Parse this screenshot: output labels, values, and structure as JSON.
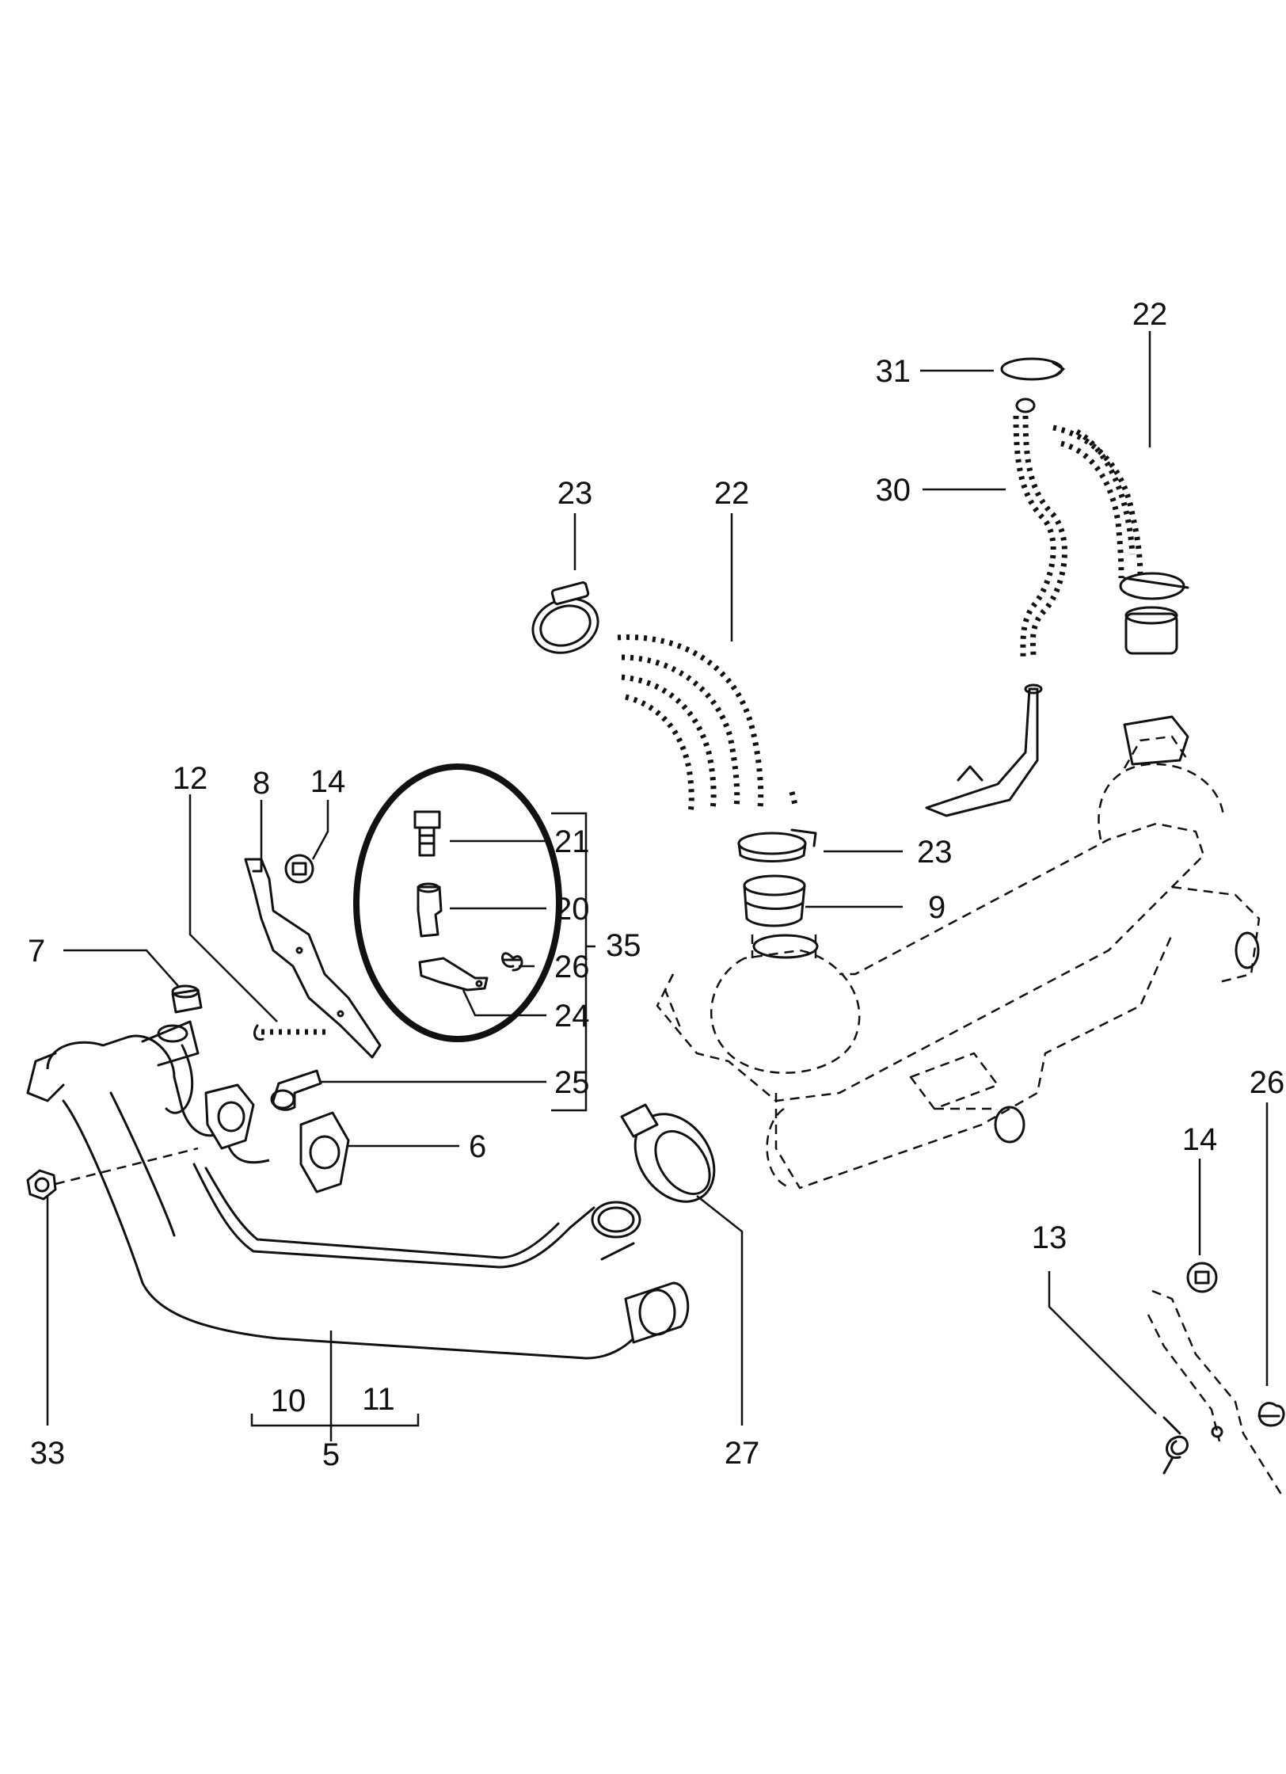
{
  "diagram": {
    "callouts": [
      {
        "id": "c22a",
        "label": "22"
      },
      {
        "id": "c31",
        "label": "31"
      },
      {
        "id": "c30",
        "label": "30"
      },
      {
        "id": "c23a",
        "label": "23"
      },
      {
        "id": "c22b",
        "label": "22"
      },
      {
        "id": "c12",
        "label": "12"
      },
      {
        "id": "c8",
        "label": "8"
      },
      {
        "id": "c14a",
        "label": "14"
      },
      {
        "id": "c21",
        "label": "21"
      },
      {
        "id": "c20",
        "label": "20"
      },
      {
        "id": "c35",
        "label": "35"
      },
      {
        "id": "c26a",
        "label": "26"
      },
      {
        "id": "c24",
        "label": "24"
      },
      {
        "id": "c25",
        "label": "25"
      },
      {
        "id": "c23b",
        "label": "23"
      },
      {
        "id": "c9",
        "label": "9"
      },
      {
        "id": "c7",
        "label": "7"
      },
      {
        "id": "c6",
        "label": "6"
      },
      {
        "id": "c26b",
        "label": "26"
      },
      {
        "id": "c14b",
        "label": "14"
      },
      {
        "id": "c13",
        "label": "13"
      },
      {
        "id": "c10",
        "label": "10"
      },
      {
        "id": "c11",
        "label": "11"
      },
      {
        "id": "c5",
        "label": "5"
      },
      {
        "id": "c33",
        "label": "33"
      },
      {
        "id": "c27",
        "label": "27"
      }
    ]
  }
}
